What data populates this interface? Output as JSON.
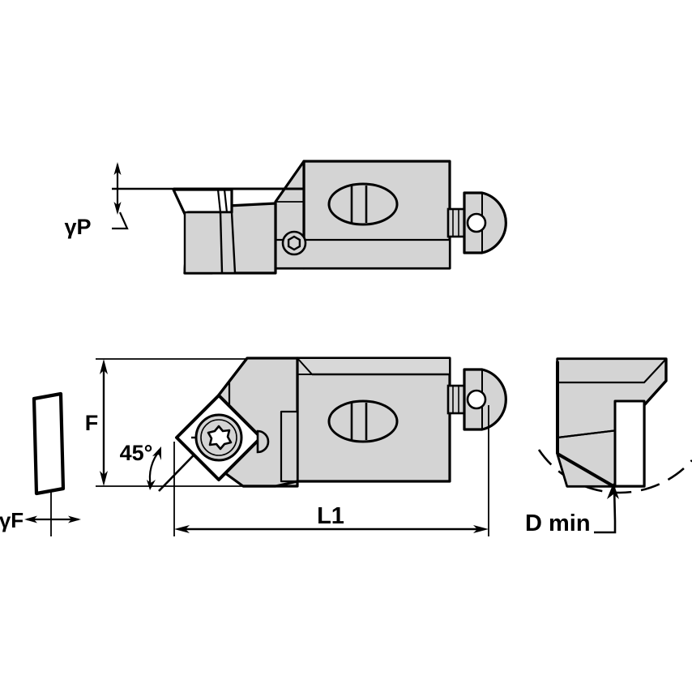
{
  "drawing": {
    "title": "Indexable boring bar cartridge / tool holder technical drawing",
    "background_color": "#ffffff",
    "body_fill": "#d4d4d4",
    "body_fill_light": "#dcdcdc",
    "outline_color": "#000000",
    "views": [
      {
        "id": "top-view",
        "name": "side-elevation-view",
        "description": "Side elevation showing rake angle gamma P"
      },
      {
        "id": "insert-end-view",
        "name": "insert-end-view",
        "description": "Small end view of the insert showing gamma F"
      },
      {
        "id": "main-view",
        "name": "plan-view",
        "description": "Plan view showing 45 degree lead angle, F and L1 dimensions"
      },
      {
        "id": "dmin-view",
        "name": "front-end-view",
        "description": "Front end view showing minimum bore diameter D min"
      }
    ],
    "labels": {
      "gamma_p": "γP",
      "gamma_f": "γF",
      "angle_45": "45°",
      "dim_f": "F",
      "dim_l1": "L1",
      "d_min": "D min"
    },
    "dimensions": {
      "lead_angle_value": "45°",
      "height_symbol": "F",
      "length_symbol": "L1",
      "min_bore_symbol": "D min",
      "rake_axial_symbol": "γP",
      "rake_radial_symbol": "γF"
    }
  }
}
